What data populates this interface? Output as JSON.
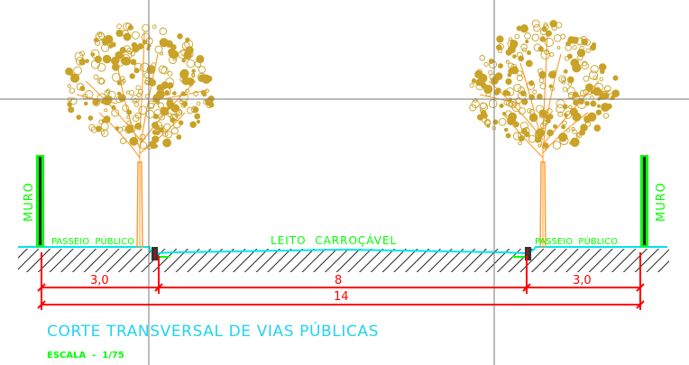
{
  "labels": {
    "wall_left": "MURO",
    "wall_right": "MURO",
    "sidewalk_left": "PASSEIO  PÚBLICO",
    "sidewalk_right": "PASSEIO  PÚBLICO",
    "roadway": "LEITO  CARROÇÁVEL"
  },
  "dimensions": {
    "left_sidewalk": "3,0",
    "roadway": "8",
    "right_sidewalk": "3,0",
    "total": "14"
  },
  "title": "CORTE TRANSVERSAL DE VIAS PÚBLICAS",
  "scale": "ESCALA  -  1/75",
  "colors": {
    "text_green": "#00ff00",
    "dimension_red": "#ff0000",
    "ground_cyan": "#00e5ee",
    "title_cyan": "#22d3ee",
    "tree_trunk": "#ff9a2a",
    "tree_foliage": "#c9a227",
    "crosshair": "#777777"
  }
}
